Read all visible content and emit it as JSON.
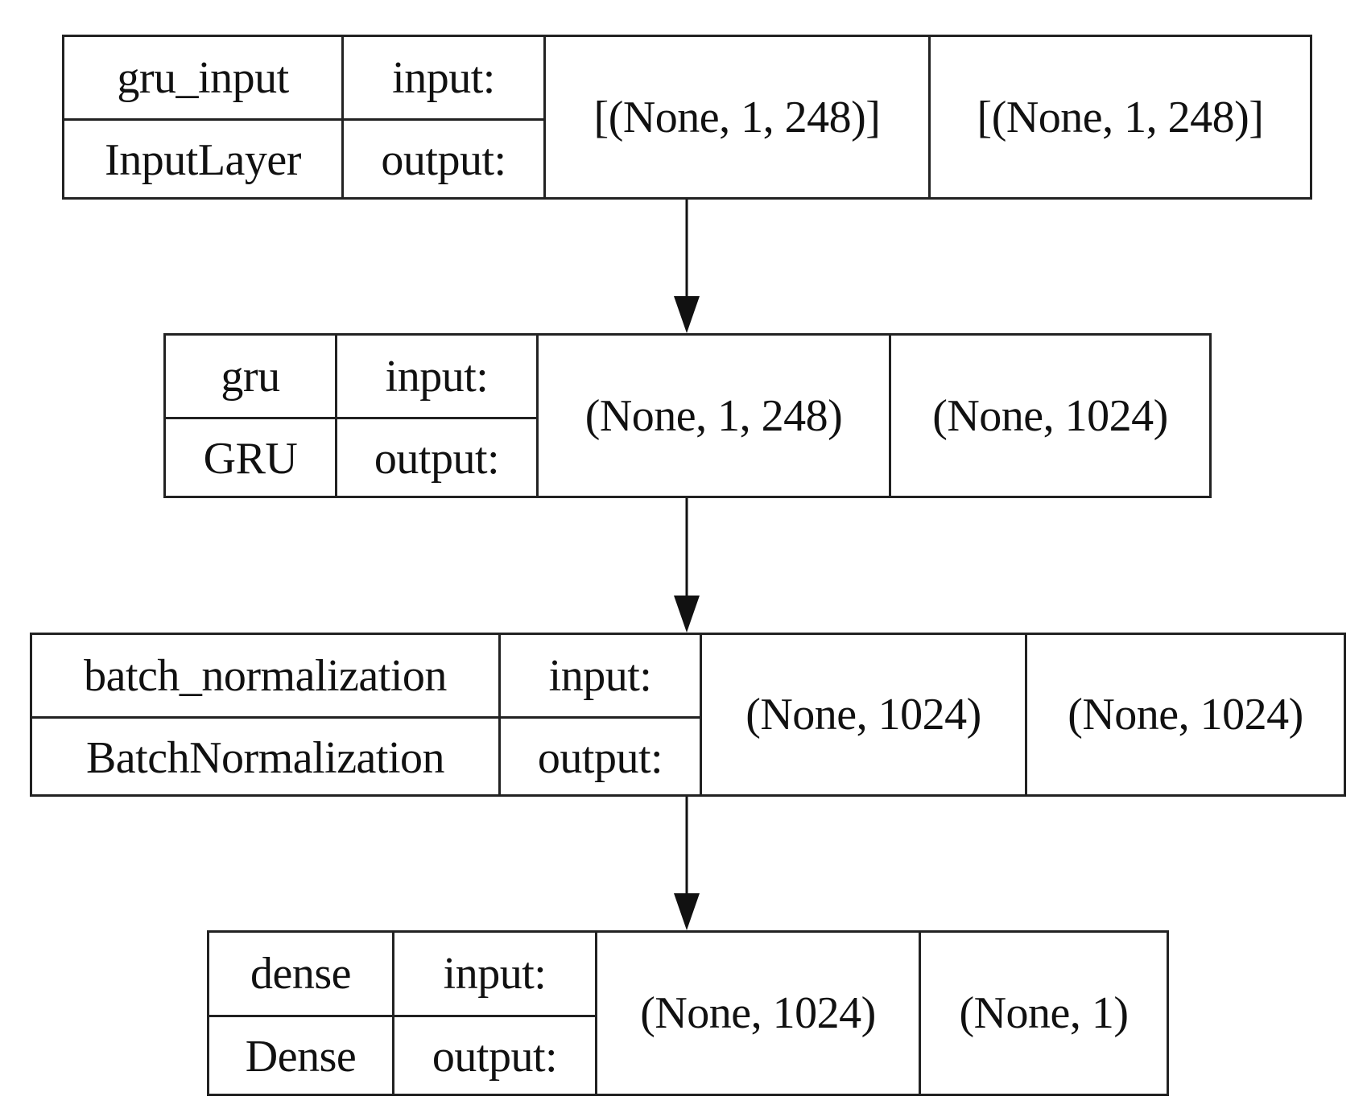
{
  "layers": [
    {
      "name": "gru_input",
      "type": "InputLayer",
      "input_label": "input:",
      "output_label": "output:",
      "input_shape": "[(None, 1, 248)]",
      "output_shape": "[(None, 1, 248)]"
    },
    {
      "name": "gru",
      "type": "GRU",
      "input_label": "input:",
      "output_label": "output:",
      "input_shape": "(None, 1, 248)",
      "output_shape": "(None, 1024)"
    },
    {
      "name": "batch_normalization",
      "type": "BatchNormalization",
      "input_label": "input:",
      "output_label": "output:",
      "input_shape": "(None, 1024)",
      "output_shape": "(None, 1024)"
    },
    {
      "name": "dense",
      "type": "Dense",
      "input_label": "input:",
      "output_label": "output:",
      "input_shape": "(None, 1024)",
      "output_shape": "(None, 1)"
    }
  ],
  "edges": [
    {
      "from": "gru_input",
      "to": "gru"
    },
    {
      "from": "gru",
      "to": "batch_normalization"
    },
    {
      "from": "batch_normalization",
      "to": "dense"
    }
  ]
}
